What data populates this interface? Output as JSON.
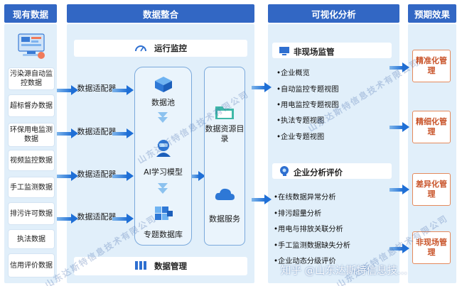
{
  "headers": {
    "existing": "现有数据",
    "integration": "数据整合",
    "visualization": "可视化分析",
    "expected": "预期效果"
  },
  "sources": [
    "污染源自动监控数据",
    "超标督办数据",
    "环保用电监测数据",
    "视频监控数据",
    "手工监测数据",
    "排污许可数据",
    "执法数据",
    "信用评价数据"
  ],
  "integration": {
    "ops_monitor": "运行监控",
    "adapter_label": "数据适配器",
    "data_pool": "数据池",
    "ai_model": "AI学习模型",
    "topic_db": "专题数据库",
    "resource_catalog": "数据资源目录",
    "data_service": "数据服务",
    "data_management": "数据管理"
  },
  "visualization": {
    "offsite_title": "非现场监管",
    "offsite_items": [
      "•企业概览",
      "•自动监控专题视图",
      "•用电监控专题视图",
      "•执法专题视图",
      "•企业专题视图"
    ],
    "enterprise_title": "企业分析评价",
    "enterprise_items": [
      "•在线数据异常分析",
      "•排污超量分析",
      "•用电与排放关联分析",
      "•手工监测数据缺失分析",
      "•企业动态分级评价"
    ]
  },
  "results": [
    "精准化管理",
    "精细化管理",
    "差异化管理",
    "非现场管理"
  ],
  "watermarks": {
    "company": "山东达斯特信息技术有限公司",
    "corner": "知乎 @山东达斯特信息技..."
  },
  "colors": {
    "header": "#3267c4",
    "panel": "#e1effa",
    "result_border": "#e58a5c",
    "result_text": "#c9552b"
  }
}
